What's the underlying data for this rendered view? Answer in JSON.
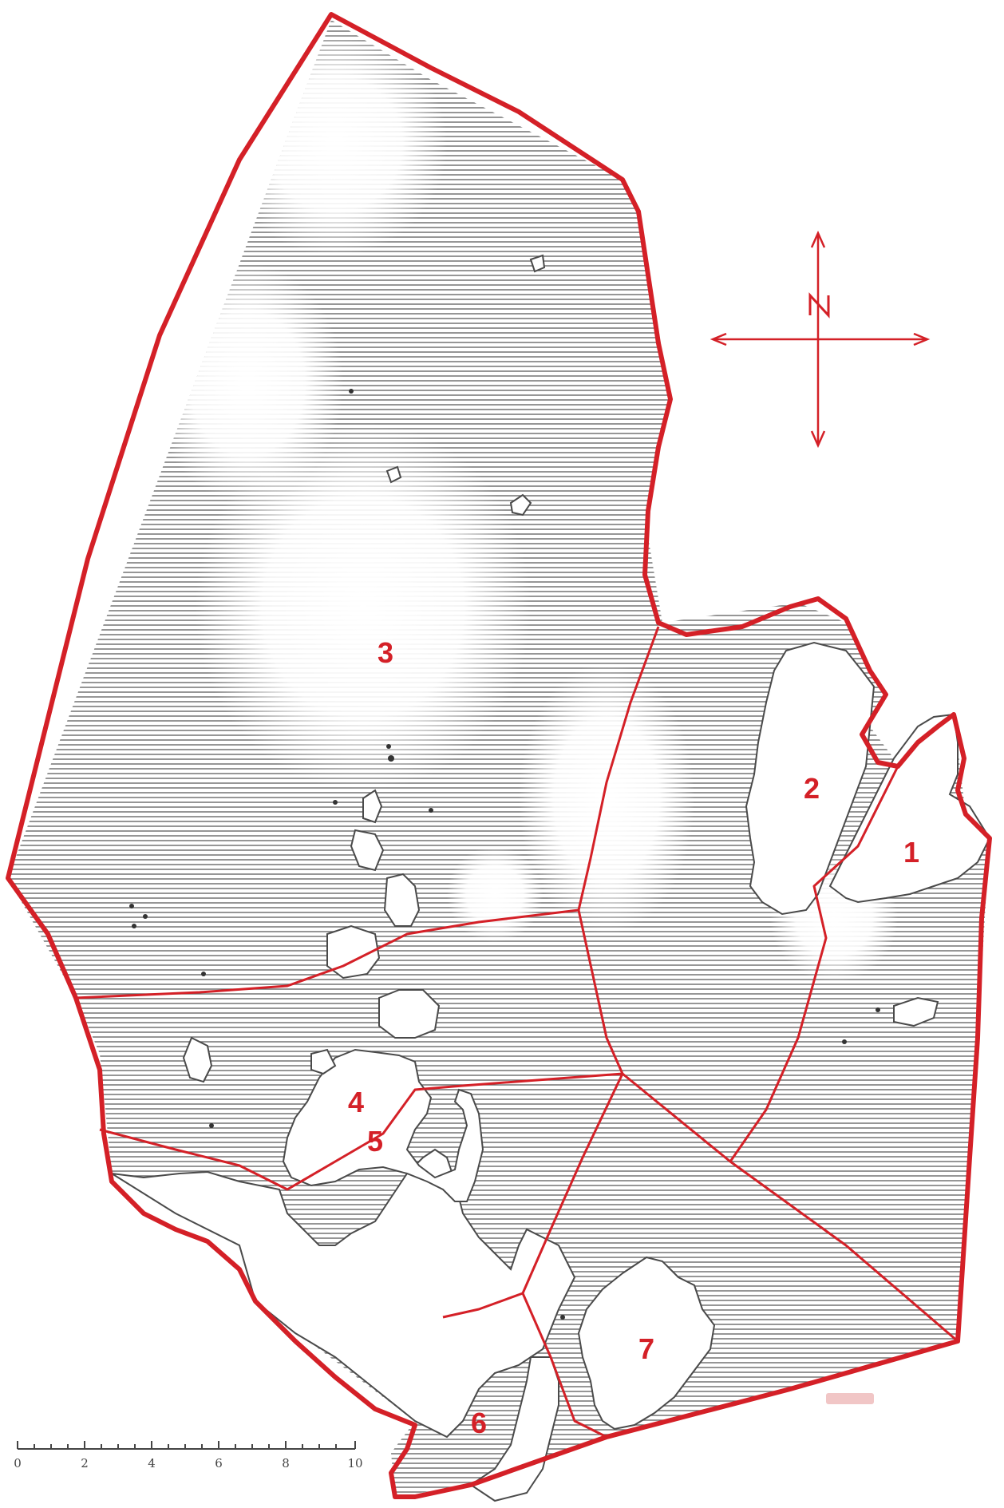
{
  "colors": {
    "boundary": "#d42027",
    "coastline": "#4a4a4a",
    "hatch": "#666666",
    "paper": "#ffffff"
  },
  "map": {
    "north_arrow": {
      "label": "N"
    },
    "regions": [
      {
        "id": "1",
        "label": "1"
      },
      {
        "id": "2",
        "label": "2"
      },
      {
        "id": "3",
        "label": "3"
      },
      {
        "id": "4",
        "label": "4"
      },
      {
        "id": "5",
        "label": "5"
      },
      {
        "id": "6",
        "label": "6"
      },
      {
        "id": "7",
        "label": "7"
      }
    ],
    "scale_bar": {
      "ticks": [
        "0",
        "2",
        "4",
        "6",
        "8",
        "10"
      ]
    }
  }
}
